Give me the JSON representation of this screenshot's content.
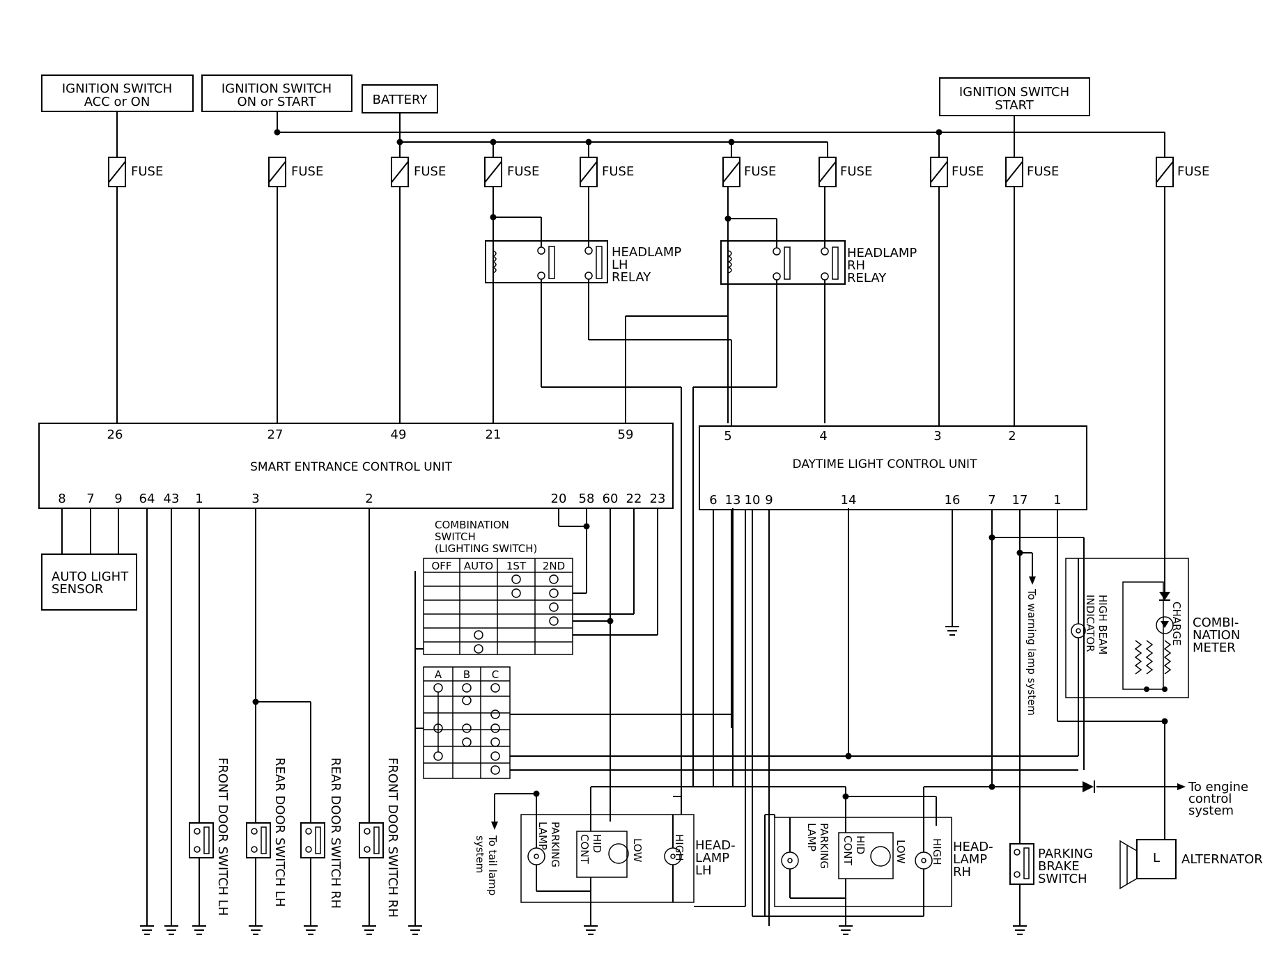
{
  "sources": {
    "ign_acc_on": [
      "IGNITION SWITCH",
      "ACC or ON"
    ],
    "ign_on_start": [
      "IGNITION SWITCH",
      "ON or START"
    ],
    "battery": "BATTERY",
    "ign_start": [
      "IGNITION SWITCH",
      "START"
    ]
  },
  "fuse_label": "FUSE",
  "relays": {
    "lh": [
      "HEADLAMP",
      "LH",
      "RELAY"
    ],
    "rh": [
      "HEADLAMP",
      "RH",
      "RELAY"
    ]
  },
  "smart_unit": {
    "name": "SMART ENTRANCE CONTROL UNIT",
    "top_pins": [
      "26",
      "27",
      "49",
      "21",
      "59"
    ],
    "bottom_pins": [
      "8",
      "7",
      "9",
      "64",
      "43",
      "1",
      "3",
      "2",
      "20",
      "58",
      "60",
      "22",
      "23"
    ]
  },
  "daytime_unit": {
    "name": "DAYTIME LIGHT CONTROL UNIT",
    "top_pins": [
      "5",
      "4",
      "3",
      "2"
    ],
    "bottom_pins": [
      "6",
      "13",
      "10",
      "9",
      "14",
      "16",
      "7",
      "17",
      "1"
    ]
  },
  "auto_light_sensor": [
    "AUTO LIGHT",
    "SENSOR"
  ],
  "combination_switch": {
    "title": [
      "COMBINATION",
      "SWITCH",
      "(LIGHTING SWITCH)"
    ],
    "positions": [
      "OFF",
      "AUTO",
      "1ST",
      "2ND"
    ],
    "beam_positions": [
      "A",
      "B",
      "C"
    ]
  },
  "door_switches": [
    "FRONT DOOR SWITCH LH",
    "REAR DOOR SWITCH LH",
    "REAR DOOR SWITCH RH",
    "FRONT DOOR SWITCH RH"
  ],
  "headlamp_lh": {
    "name": [
      "HEAD-",
      "LAMP",
      "LH"
    ],
    "parking": [
      "PARKING",
      "LAMP"
    ],
    "hid": [
      "HID",
      "CONT"
    ],
    "low": "LOW",
    "high": "HIGH"
  },
  "headlamp_rh": {
    "name": [
      "HEAD-",
      "LAMP",
      "RH"
    ],
    "parking": [
      "PARKING",
      "LAMP"
    ],
    "hid": [
      "HID",
      "CONT"
    ],
    "low": "LOW",
    "high": "HIGH"
  },
  "tail_lamp_note": [
    "To tail lamp",
    "system"
  ],
  "warning_lamp_note": "To warning lamp system",
  "engine_control_note": [
    "To engine",
    "control",
    "system"
  ],
  "parking_brake": [
    "PARKING",
    "BRAKE",
    "SWITCH"
  ],
  "alternator": {
    "name": "ALTERNATOR",
    "terminal": "L"
  },
  "combination_meter": {
    "name": [
      "COMBI-",
      "NATION",
      "METER"
    ],
    "high_beam": [
      "HIGH BEAM",
      "INDICATOR"
    ],
    "charge": "CHARGE"
  }
}
